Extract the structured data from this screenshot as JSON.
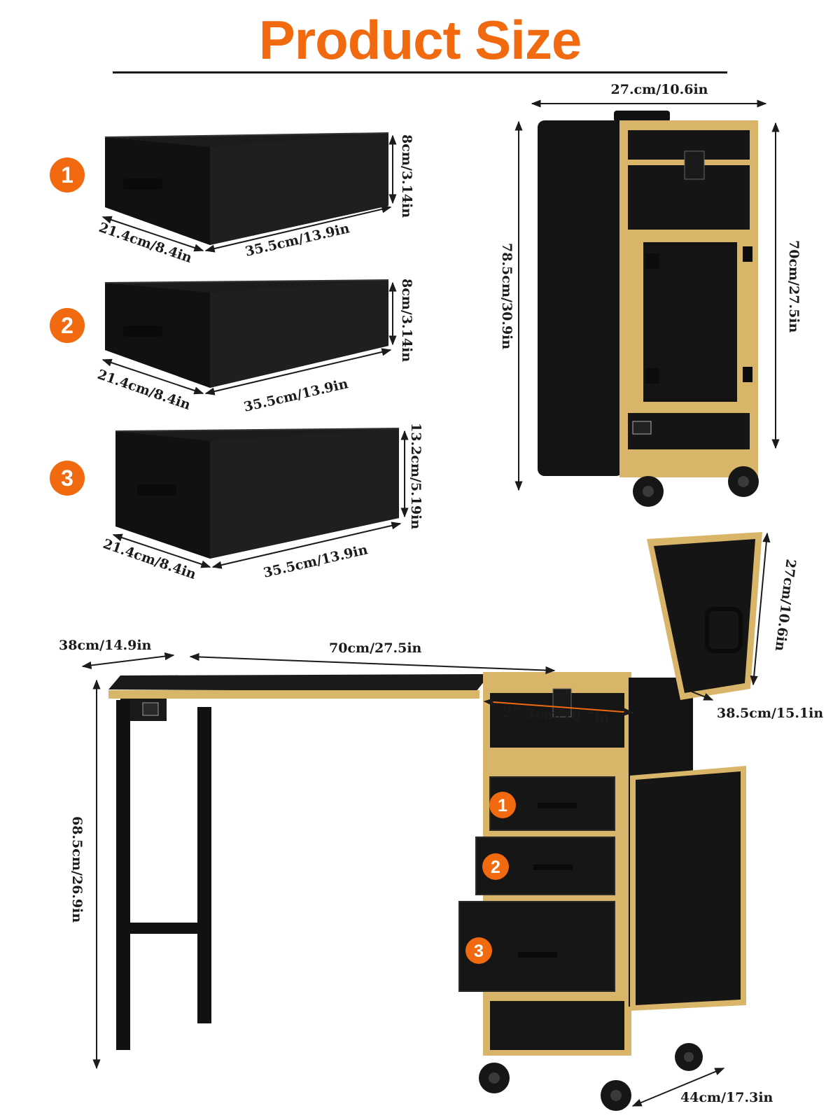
{
  "title": "Product Size",
  "colors": {
    "accent": "#f26a0f",
    "gold": "#d9b56a",
    "black": "#161616"
  },
  "drawers": [
    {
      "badge": "1",
      "height": "8cm/3.14in",
      "depth": "21.4cm/8.4in",
      "width": "35.5cm/13.9in"
    },
    {
      "badge": "2",
      "height": "8cm/3.14in",
      "depth": "21.4cm/8.4in",
      "width": "35.5cm/13.9in"
    },
    {
      "badge": "3",
      "height": "13.2cm/5.19in",
      "depth": "21.4cm/8.4in",
      "width": "35.5cm/13.9in"
    }
  ],
  "closed_case": {
    "width": "27.cm/10.6in",
    "total_height": "78.5cm/30.9in",
    "body_height": "70cm/27.5in"
  },
  "open_station": {
    "table_depth": "38cm/14.9in",
    "table_length": "70cm/27.5in",
    "leg_height": "68.5cm/26.9in",
    "inner_width": "27.3cm/10.7in",
    "lid_height": "27cm/10.6in",
    "case_depth": "38.5cm/15.1in",
    "base_width": "44cm/17.3in",
    "drawer_badges": [
      "1",
      "2",
      "3"
    ]
  }
}
